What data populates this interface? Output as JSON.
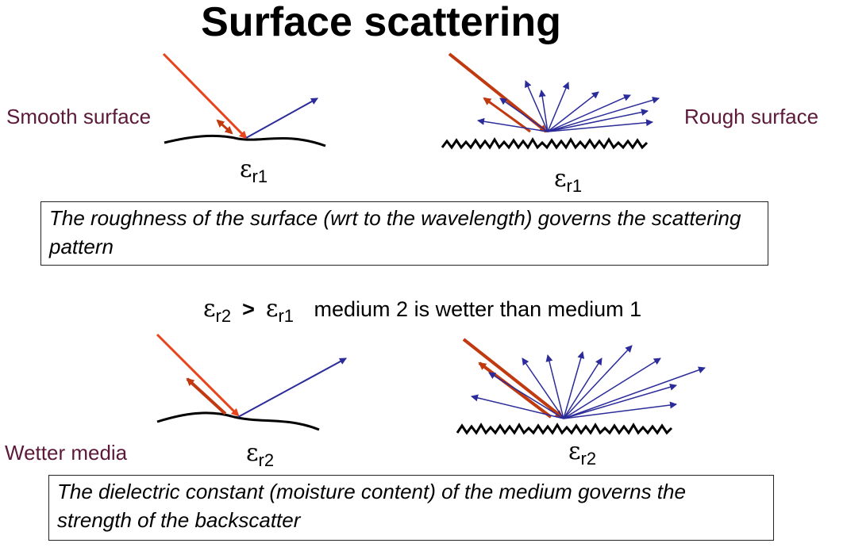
{
  "title": "Surface scattering",
  "labels": {
    "smooth": "Smooth surface",
    "rough": "Rough surface",
    "wetter": "Wetter media"
  },
  "eps": {
    "symbol": "ε",
    "r1": "r1",
    "r2": "r2",
    "gt": ">"
  },
  "comparison_text": "medium 2 is wetter than medium 1",
  "captions": {
    "roughness": "The roughness of the surface (wrt to the wavelength) governs the scattering pattern",
    "dielectric": "The dielectric constant (moisture content) of the medium governs the strength of the backscatter"
  },
  "colors": {
    "incident": "#e8431a",
    "backscatter": "#c0390f",
    "scattered": "#2b2b9a",
    "surface": "#000000",
    "label": "#5b1a3a"
  }
}
